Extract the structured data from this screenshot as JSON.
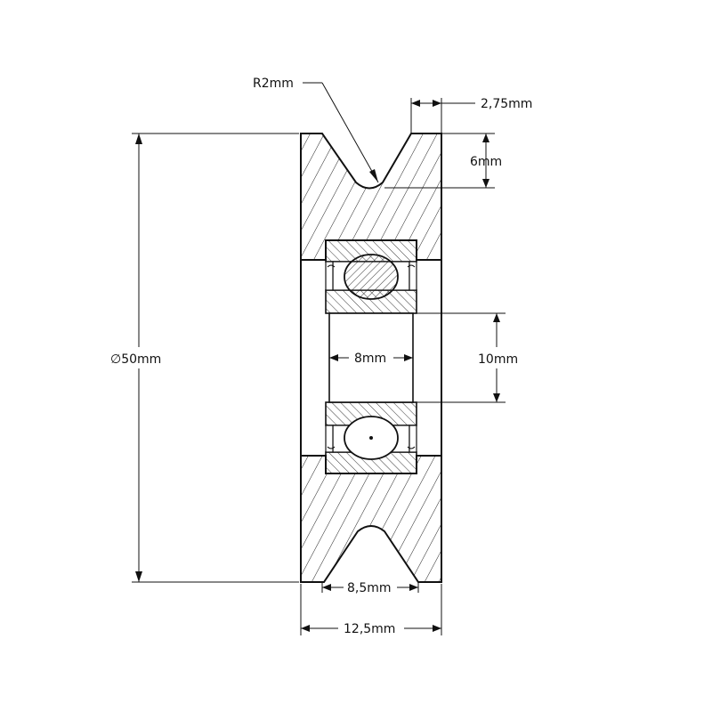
{
  "drawing": {
    "dimensions": {
      "groove_radius": "R2mm",
      "groove_flat": "2,75mm",
      "groove_depth": "6mm",
      "outer_diameter": "∅50mm",
      "bore": "8mm",
      "bearing_bore": "10mm",
      "groove_top_width": "8,5mm",
      "total_width": "12,5mm"
    }
  }
}
